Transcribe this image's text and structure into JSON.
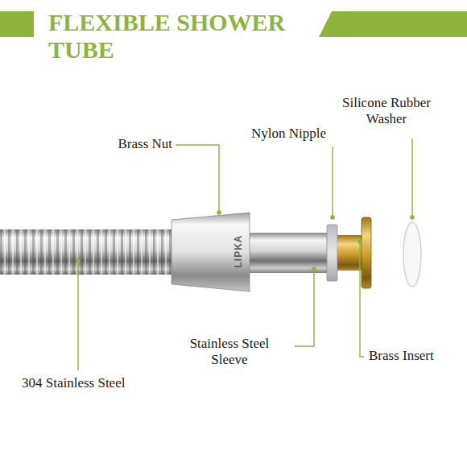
{
  "diagram": {
    "title": "FLEXIBLE SHOWER TUBE",
    "labels": [
      "Brass Nut",
      "Nylon Nipple",
      "Silicone Rubber Washer",
      "Stainless Steel Sleeve",
      "Brass Insert",
      "304 Stainless Steel",
      "LIPKA"
    ]
  }
}
